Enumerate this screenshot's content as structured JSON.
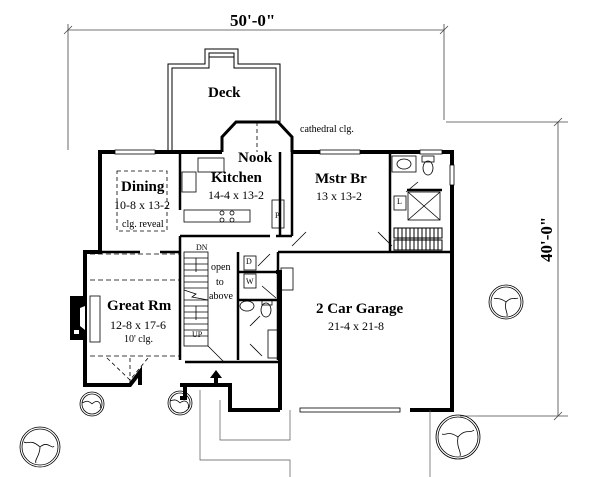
{
  "plan": {
    "overall_width": "50'-0\"",
    "overall_depth": "40'-0\"",
    "rooms": [
      {
        "id": "deck",
        "name": "Deck",
        "size": ""
      },
      {
        "id": "nook",
        "name": "Nook",
        "size": ""
      },
      {
        "id": "kitchen",
        "name": "Kitchen",
        "size": "14-4 x 13-2"
      },
      {
        "id": "dining",
        "name": "Dining",
        "size": "10-8 x 13-2"
      },
      {
        "id": "mstr_br",
        "name": "Mstr Br",
        "size": "13 x 13-2"
      },
      {
        "id": "great_rm",
        "name": "Great Rm",
        "size": "12-8 x 17-6"
      },
      {
        "id": "garage",
        "name": "2 Car Garage",
        "size": "21-4 x 21-8"
      }
    ],
    "notes": {
      "cathedral": "cathedral clg.",
      "clg_reveal": "clg. reveal",
      "great_rm_ceiling": "10' clg.",
      "open1": "open",
      "open2": "to",
      "open3": "above",
      "stairs_down": "DN",
      "stairs_up": "UP",
      "dryer": "D",
      "washer": "W",
      "linen": "L",
      "pantry": "P"
    }
  }
}
